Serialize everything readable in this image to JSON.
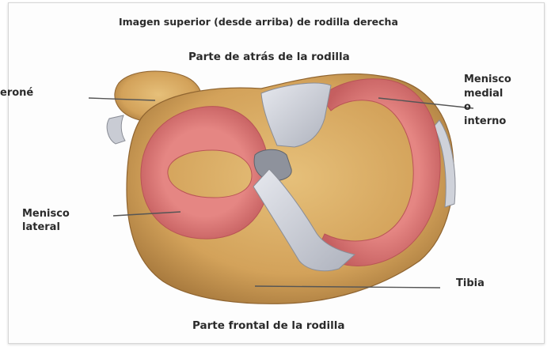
{
  "figure": {
    "title": "Imagen  superior (desde arriba) de rodilla derecha",
    "top_label": "Parte de atrás de la rodilla",
    "bottom_label": "Parte frontal de la rodilla"
  },
  "labels": {
    "perone": "eroné",
    "menisco_medial_lines": [
      "Menisco",
      "medial",
      "o",
      "interno"
    ],
    "menisco_lateral_lines": [
      "Menisco",
      "lateral"
    ],
    "tibia": "Tibia"
  },
  "colors": {
    "bone": "#d9ad62",
    "meniscus": "#e58683",
    "ligament": "#cdd0d8",
    "leader_line": "#555555"
  }
}
